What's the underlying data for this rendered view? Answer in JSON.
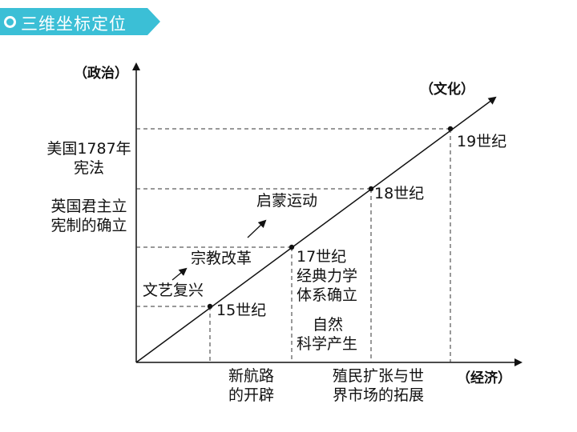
{
  "banner": {
    "title": "三维坐标定位",
    "color": "#3bbfd6"
  },
  "axes": {
    "y_label": "（政治）",
    "x_label": "（经济）",
    "diag_label": "（文化）"
  },
  "points": [
    {
      "label": "15世纪"
    },
    {
      "label": "17世纪"
    },
    {
      "label": "18世纪"
    },
    {
      "label": "19世纪"
    }
  ],
  "culture_events": {
    "renaissance": "文艺复兴",
    "reformation": "宗教改革",
    "enlightenment": "启蒙运动"
  },
  "science": {
    "line1": "经典力学",
    "line2": "体系确立",
    "line3": "自然",
    "line4": "科学产生"
  },
  "politics": {
    "us_line1": "美国1787年",
    "us_line2": "宪法",
    "uk_line1": "英国君主立",
    "uk_line2": "宪制的确立"
  },
  "economy": {
    "route_line1": "新航路",
    "route_line2": "的开辟",
    "colony_line1": "殖民扩张与世",
    "colony_line2": "界市场的拓展"
  }
}
